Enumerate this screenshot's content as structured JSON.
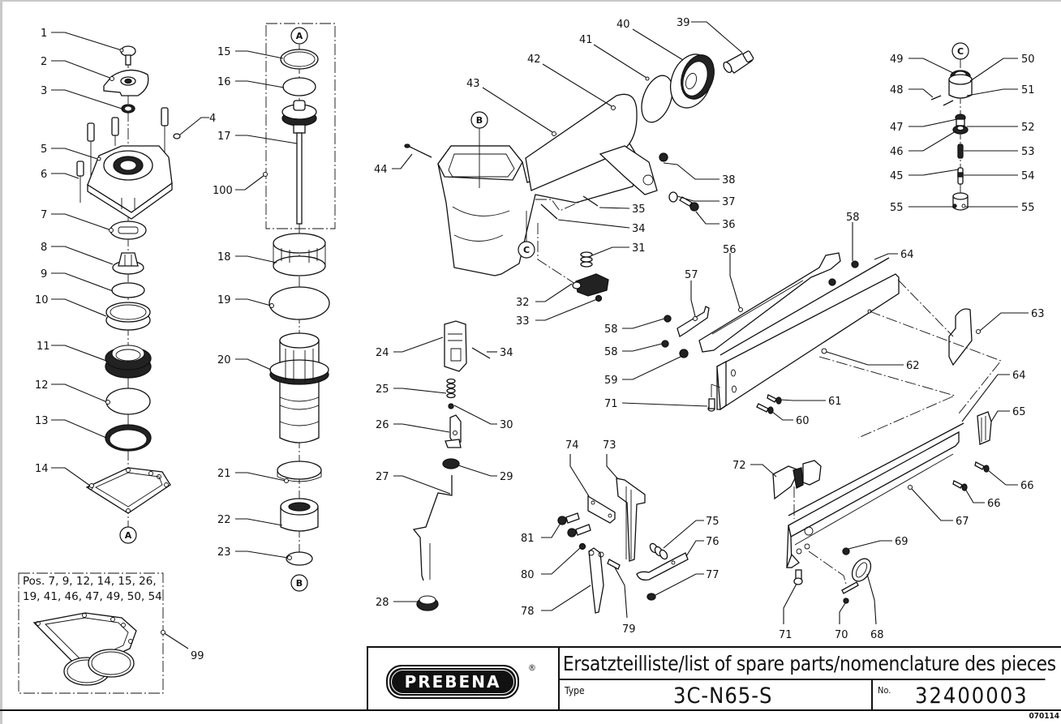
{
  "title_block": {
    "brand": "PREBENA",
    "registered_mark": "®",
    "title": "Ersatzteilliste/list of spare parts/nomenclature des pieces",
    "type_label": "Type",
    "type_value": "3C-N65-S",
    "number_label": "No.",
    "number_value": "32400003",
    "doc_code": "070114"
  },
  "kit_box": {
    "line1": "Pos. 7, 9, 12, 14, 15, 26,",
    "line2": "19, 41, 46, 47, 49, 50, 54",
    "label": "99"
  },
  "reference_markers": [
    "A",
    "B",
    "C"
  ],
  "part_labels": {
    "p1": "1",
    "p2": "2",
    "p3": "3",
    "p4": "4",
    "p5": "5",
    "p6": "6",
    "p7": "7",
    "p8": "8",
    "p9": "9",
    "p10": "10",
    "p11": "11",
    "p12": "12",
    "p13": "13",
    "p14": "14",
    "p15": "15",
    "p16": "16",
    "p17": "17",
    "p18": "18",
    "p19": "19",
    "p20": "20",
    "p21": "21",
    "p22": "22",
    "p23": "23",
    "p24": "24",
    "p25": "25",
    "p26": "26",
    "p27": "27",
    "p28": "28",
    "p29": "29",
    "p30": "30",
    "p31": "31",
    "p32": "32",
    "p33": "33",
    "p34": "34",
    "p35": "35",
    "p36": "36",
    "p37": "37",
    "p38": "38",
    "p39": "39",
    "p40": "40",
    "p41": "41",
    "p42": "42",
    "p43": "43",
    "p44": "44",
    "p45": "45",
    "p46": "46",
    "p47": "47",
    "p48": "48",
    "p49": "49",
    "p50": "50",
    "p51": "51",
    "p52": "52",
    "p53": "53",
    "p54": "54",
    "p55": "55",
    "p56": "56",
    "p57": "57",
    "p58": "58",
    "p59": "59",
    "p60": "60",
    "p61": "61",
    "p62": "62",
    "p63": "63",
    "p64": "64",
    "p65": "65",
    "p66": "66",
    "p67": "67",
    "p68": "68",
    "p69": "69",
    "p70": "70",
    "p71": "71",
    "p72": "72",
    "p73": "73",
    "p74": "74",
    "p75": "75",
    "p76": "76",
    "p77": "77",
    "p78": "78",
    "p79": "79",
    "p80": "80",
    "p81": "81",
    "p99": "99",
    "p100": "100"
  }
}
